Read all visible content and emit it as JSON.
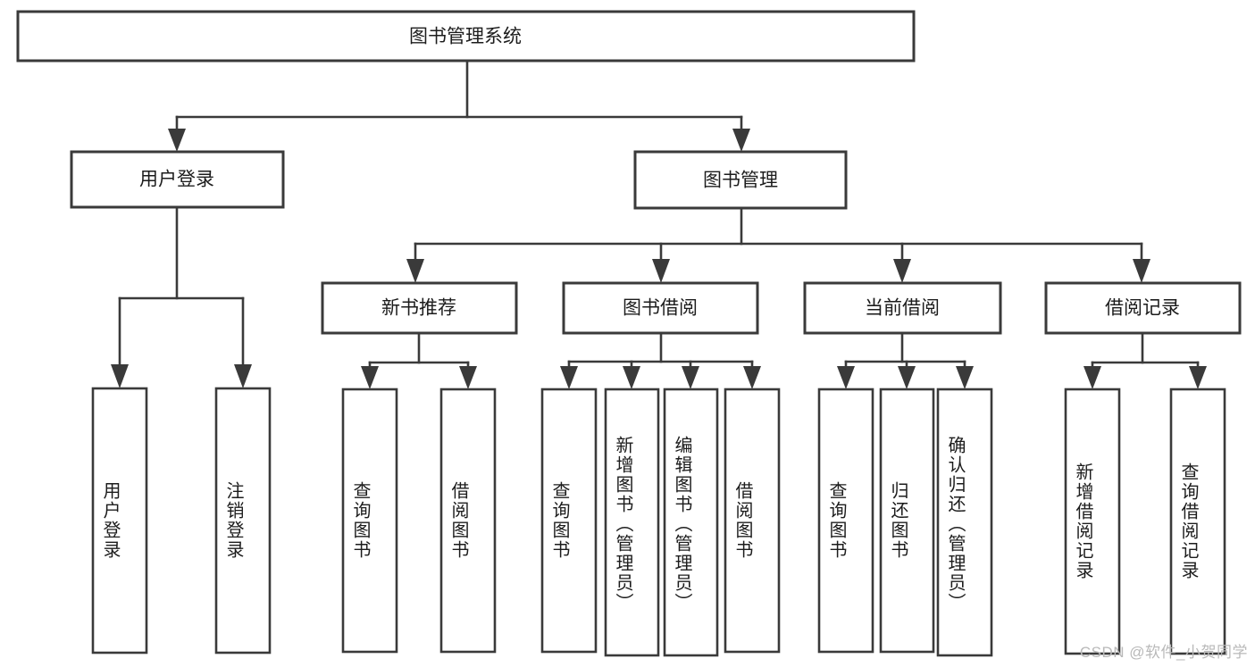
{
  "diagram": {
    "type": "hierarchy-tree",
    "title": "图书管理系统",
    "orientation": "top-down",
    "root": {
      "id": "root",
      "label": "图书管理系统"
    },
    "level1": [
      {
        "id": "user-login",
        "label": "用户登录"
      },
      {
        "id": "book-manage",
        "label": "图书管理"
      }
    ],
    "level2": [
      {
        "id": "new-book-recommend",
        "label": "新书推荐",
        "parent": "book-manage"
      },
      {
        "id": "book-borrow",
        "label": "图书借阅",
        "parent": "book-manage"
      },
      {
        "id": "current-borrow",
        "label": "当前借阅",
        "parent": "book-manage"
      },
      {
        "id": "borrow-record",
        "label": "借阅记录",
        "parent": "book-manage"
      }
    ],
    "leaves": {
      "user-login": [
        {
          "id": "leaf-user-login",
          "label": "用户登录"
        },
        {
          "id": "leaf-user-logout",
          "label": "注销登录"
        }
      ],
      "new-book-recommend": [
        {
          "id": "leaf-query-book-1",
          "label": "查询图书"
        },
        {
          "id": "leaf-borrow-book-1",
          "label": "借阅图书"
        }
      ],
      "book-borrow": [
        {
          "id": "leaf-query-book-2",
          "label": "查询图书"
        },
        {
          "id": "leaf-add-book",
          "label": "新增图书（管理员）"
        },
        {
          "id": "leaf-edit-book",
          "label": "编辑图书（管理员）"
        },
        {
          "id": "leaf-borrow-book-2",
          "label": "借阅图书"
        }
      ],
      "current-borrow": [
        {
          "id": "leaf-query-book-3",
          "label": "查询图书"
        },
        {
          "id": "leaf-return-book",
          "label": "归还图书"
        },
        {
          "id": "leaf-confirm-return",
          "label": "确认归还（管理员）"
        }
      ],
      "borrow-record": [
        {
          "id": "leaf-add-record",
          "label": "新增借阅记录"
        },
        {
          "id": "leaf-query-record",
          "label": "查询借阅记录"
        }
      ]
    },
    "colors": {
      "stroke": "#3a3a3a",
      "box_fill": "#ffffff",
      "text": "#1c1c1c",
      "background": "#ffffff",
      "watermark": "#b9b9b9"
    }
  },
  "watermark": {
    "text": "CSDN @软件_小贺同学"
  }
}
